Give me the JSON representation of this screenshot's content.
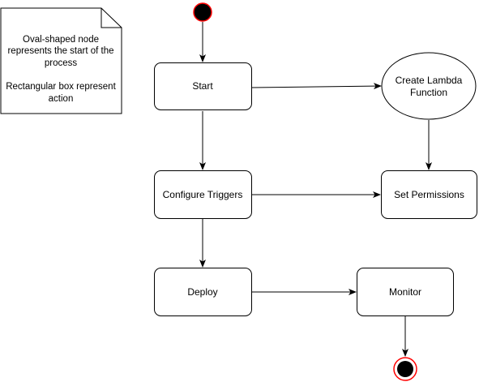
{
  "note": {
    "line1": "Oval-shaped node",
    "line2": "represents the start of the",
    "line3": "process",
    "line4": "Rectangular box represent",
    "line5": "action"
  },
  "nodes": {
    "start": "Start",
    "create_lambda_line1": "Create Lambda",
    "create_lambda_line2": "Function",
    "configure_triggers": "Configure Triggers",
    "set_permissions": "Set Permissions",
    "deploy": "Deploy",
    "monitor": "Monitor"
  },
  "colors": {
    "stroke": "#000000",
    "fill": "#ffffff",
    "initial_node": "#000000",
    "final_node_ring": "#ff0000"
  }
}
